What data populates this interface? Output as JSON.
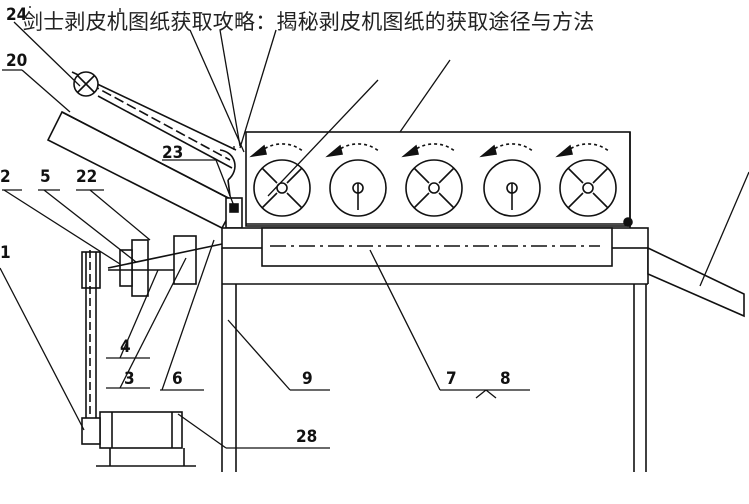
{
  "title": "剑士剥皮机图纸获取攻略：揭秘剥皮机图纸的获取途径与方法",
  "labels": {
    "l24": "24",
    "l20": "20",
    "l2": "2",
    "l5": "5",
    "l22": "22",
    "l23": "23",
    "l1": "1",
    "l4": "4",
    "l3": "3",
    "l6": "6",
    "l9": "9",
    "l7": "7",
    "l8": "8",
    "l28": "28"
  }
}
